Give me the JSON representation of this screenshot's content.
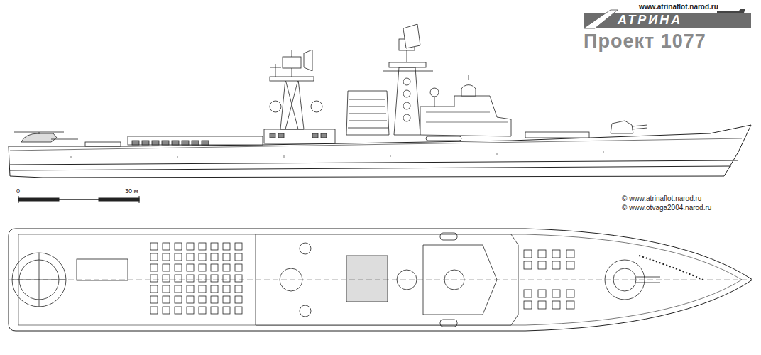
{
  "diagram": {
    "title": "Проект 1077",
    "labels": [
      "www.atrinaflot.narod.ru",
      "АТРИНА",
      "0",
      "30 м",
      "© www.atrinaflot.narod.ru",
      "© www.otvaga2004.narod.ru"
    ]
  }
}
